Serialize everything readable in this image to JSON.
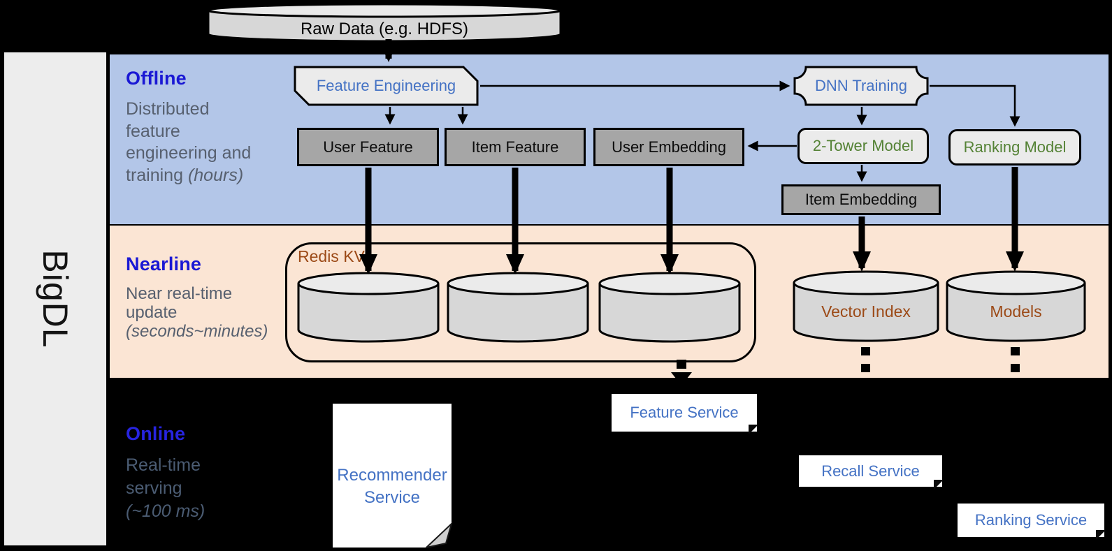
{
  "sidebar": {
    "brand": "BigDL"
  },
  "pipeline": {
    "raw_data_label": "Raw Data (e.g. HDFS)"
  },
  "bands": {
    "offline": {
      "title": "Offline",
      "desc_line1": "Distributed",
      "desc_line2": "feature",
      "desc_line3": "engineering and",
      "desc_line4_normal": "training ",
      "desc_line4_italic": "(hours)"
    },
    "nearline": {
      "title": "Nearline",
      "desc_line1": "Near real-time",
      "desc_line2": "update",
      "desc_line3_italic": "(seconds~minutes)"
    },
    "online": {
      "title": "Online",
      "desc_line1": "Real-time",
      "desc_line2": "serving",
      "desc_line3_italic": "(~100 ms)"
    }
  },
  "nodes": {
    "feature_engineering": "Feature Engineering",
    "dnn_training": "DNN Training",
    "user_feature": "User Feature",
    "item_feature": "Item Feature",
    "user_embedding": "User Embedding",
    "two_tower_model": "2-Tower Model",
    "ranking_model": "Ranking Model",
    "item_embedding": "Item Embedding",
    "redis_kv": "Redis KV",
    "vector_index": "Vector Index",
    "models": "Models",
    "recommender_service_line1": "Recommender",
    "recommender_service_line2": "Service",
    "feature_service": "Feature Service",
    "recall_service": "Recall Service",
    "ranking_service": "Ranking Service"
  },
  "colors": {
    "background": "#000000",
    "offline_band": "#b3c6e8",
    "nearline_band": "#fbe5d4",
    "sidebar": "#ededed",
    "band_title_blue": "#1a18d4",
    "online_title_blue": "#2724e0",
    "node_text_blue": "#4472c4",
    "node_text_green": "#548235",
    "node_text_brown": "#9c4a17",
    "gray_box_fill": "#a6a6a6",
    "light_shape_fill": "#ebebeb",
    "cylinder_fill": "#d7d7d7"
  }
}
